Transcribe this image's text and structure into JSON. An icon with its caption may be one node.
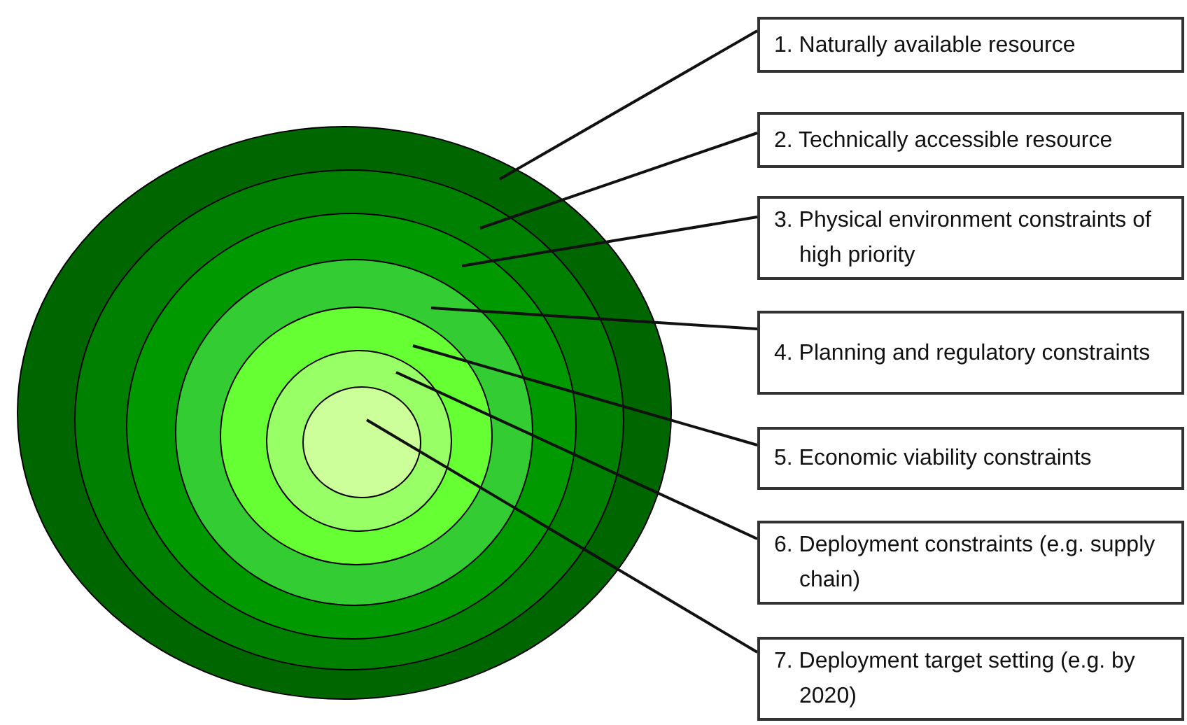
{
  "diagram": {
    "nodes": [
      {
        "text": [],
        "shape": "ellipse"
      },
      {
        "text": [],
        "shape": "ellipse",
        "in": 0
      },
      {
        "text": [],
        "shape": "ellipse",
        "in": 1
      },
      {
        "text": [],
        "shape": "ellipse",
        "in": 2
      },
      {
        "text": [],
        "shape": "ellipse",
        "in": 3
      },
      {
        "text": [],
        "shape": "ellipse",
        "in": 4
      },
      {
        "text": [],
        "shape": "ellipse",
        "in": 5
      },
      {
        "text": [
          "1. Naturally available resource"
        ]
      },
      {
        "text": [
          "2. Technically accessible resource"
        ]
      },
      {
        "text": [
          "3. Physical environment constraints of high priority"
        ]
      },
      {
        "text": [
          "4. Planning and regulatory constraints"
        ]
      },
      {
        "text": [
          "5. Economic viability constraints"
        ]
      },
      {
        "text": [
          "6. Deployment constraints (e.g. supply chain)"
        ]
      },
      {
        "text": [
          "7. Deployment target setting (e.g. by 2020)"
        ]
      }
    ],
    "edges": [
      {
        "from": 7,
        "to": 0,
        "arrow": "none"
      },
      {
        "from": 8,
        "to": 1,
        "arrow": "none"
      },
      {
        "from": 9,
        "to": 2,
        "arrow": "none"
      },
      {
        "from": 10,
        "to": 3,
        "arrow": "none"
      },
      {
        "from": 11,
        "to": 4,
        "arrow": "none"
      },
      {
        "from": 12,
        "to": 5,
        "arrow": "none"
      },
      {
        "from": 13,
        "to": 6,
        "arrow": "none"
      }
    ]
  }
}
